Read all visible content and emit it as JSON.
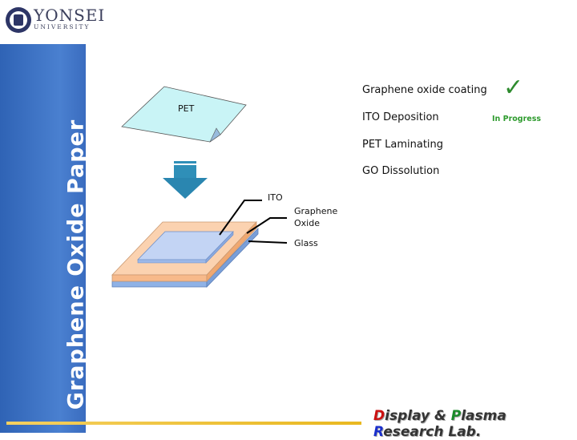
{
  "logo": {
    "name": "YONSEI",
    "sub": "UNIVERSITY"
  },
  "sidebar": {
    "title": "Graphene Oxide Paper"
  },
  "diagram": {
    "pet_label": "PET",
    "ito_label": "ITO",
    "go_label_1": "Graphene",
    "go_label_2": "Oxide",
    "glass_label": "Glass"
  },
  "steps": [
    {
      "label": "Graphene oxide coating",
      "status": "done"
    },
    {
      "label": "ITO Deposition",
      "status": "In Progress"
    },
    {
      "label": "PET Laminating"
    },
    {
      "label": "GO Dissolution"
    }
  ],
  "check_icon": "✓",
  "footer": {
    "d": "D",
    "isplay": "isplay & ",
    "p": "P",
    "lasma": "lasma ",
    "r": "R",
    "esearch": "esearch Lab."
  },
  "colors": {
    "sidebar": "#3a6fc1",
    "d": "#cc1111",
    "p": "#1a8a2a",
    "r": "#1a2fcc",
    "check": "#2e8b2e"
  }
}
